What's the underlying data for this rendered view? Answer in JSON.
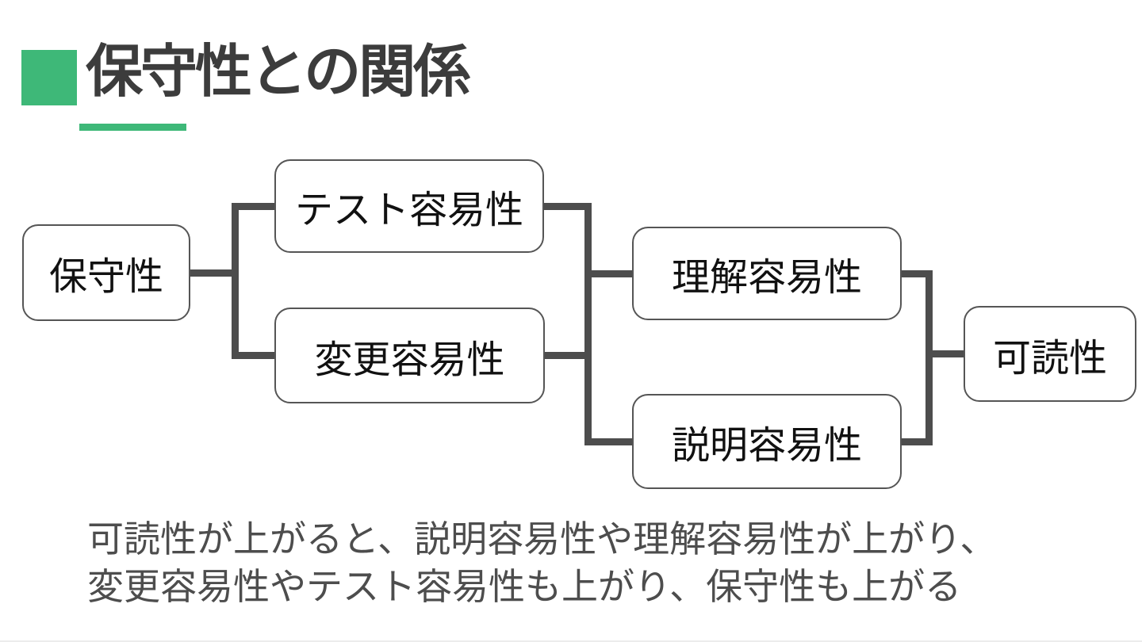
{
  "slide": {
    "title": "保守性との関係"
  },
  "colors": {
    "accent": "#3eb878",
    "connector": "#4d4d4d",
    "title": "#3c3c3c",
    "caption": "#4d4d4d",
    "node_border": "#555555",
    "node_text": "#111111"
  },
  "diagram": {
    "nodes": [
      {
        "id": "maintainability",
        "label": "保守性"
      },
      {
        "id": "testability",
        "label": "テスト容易性"
      },
      {
        "id": "modifiability",
        "label": "変更容易性"
      },
      {
        "id": "understandability",
        "label": "理解容易性"
      },
      {
        "id": "explainability",
        "label": "説明容易性"
      },
      {
        "id": "readability",
        "label": "可読性"
      }
    ],
    "edges": [
      {
        "from": "maintainability",
        "to": "testability"
      },
      {
        "from": "maintainability",
        "to": "modifiability"
      },
      {
        "from": "testability",
        "to": "understandability"
      },
      {
        "from": "testability",
        "to": "explainability"
      },
      {
        "from": "modifiability",
        "to": "understandability"
      },
      {
        "from": "modifiability",
        "to": "explainability"
      },
      {
        "from": "understandability",
        "to": "readability"
      },
      {
        "from": "explainability",
        "to": "readability"
      }
    ]
  },
  "caption": {
    "line1": "可読性が上がると、説明容易性や理解容易性が上がり、",
    "line2": "変更容易性やテスト容易性も上がり、保守性も上がる"
  }
}
